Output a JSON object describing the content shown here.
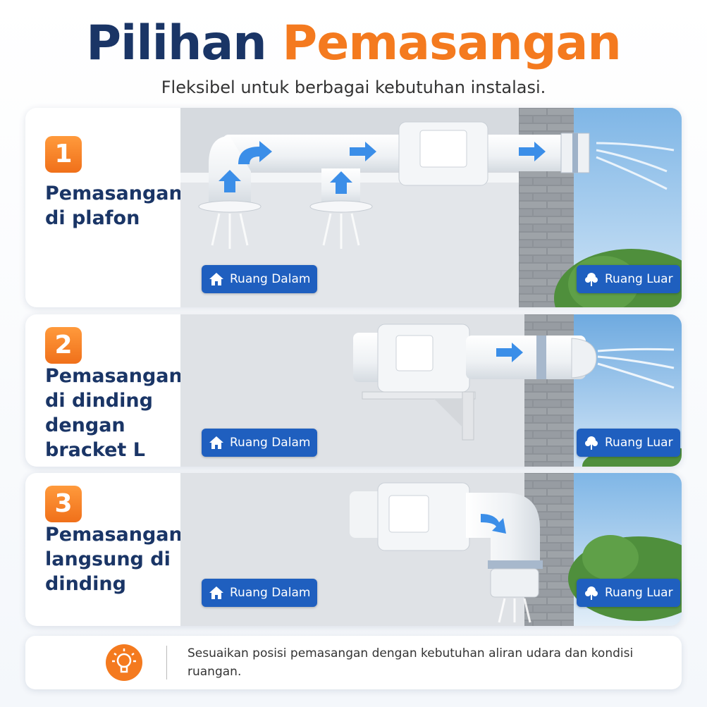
{
  "header": {
    "title_part1": "Pilihan",
    "title_part2": "Pemasangan",
    "subtitle": "Fleksibel untuk berbagai kebutuhan instalasi."
  },
  "options": [
    {
      "number": "1",
      "title": "Pemasangan di plafon",
      "indoor_label": "Ruang Dalam",
      "outdoor_label": "Ruang Luar"
    },
    {
      "number": "2",
      "title": "Pemasangan di dinding dengan bracket L",
      "indoor_label": "Ruang Dalam",
      "outdoor_label": "Ruang Luar"
    },
    {
      "number": "3",
      "title": "Pemasangan langsung di dinding",
      "indoor_label": "Ruang Dalam",
      "outdoor_label": "Ruang Luar"
    }
  ],
  "tip": {
    "icon": "lightbulb-icon",
    "text": "Sesuaikan posisi pemasangan dengan kebutuhan aliran udara dan kondisi ruangan."
  },
  "colors": {
    "title_dark": "#1a3566",
    "accent_orange": "#f47a1f",
    "badge_blue": "#1f5fbf"
  }
}
